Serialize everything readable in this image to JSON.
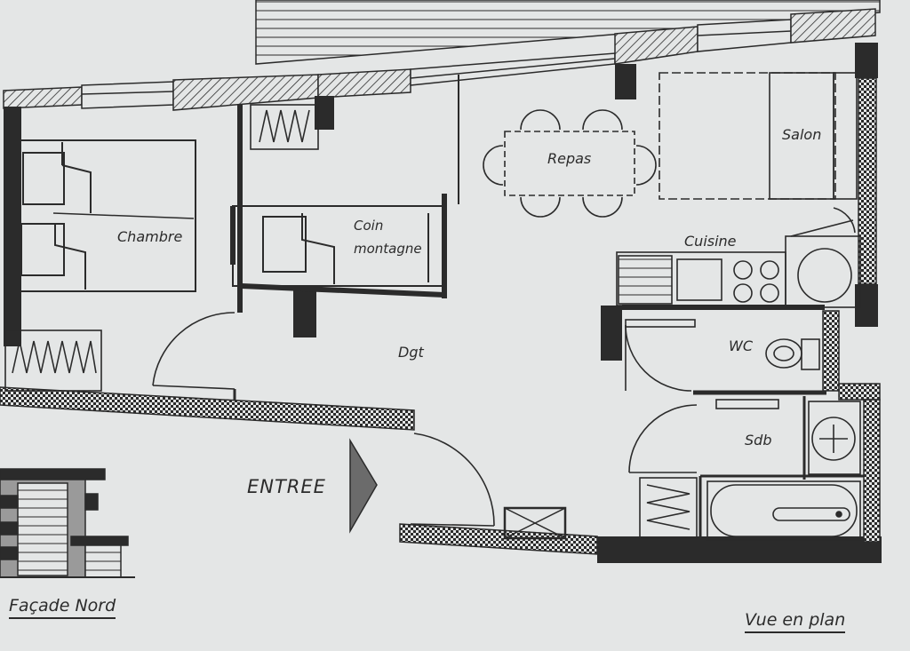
{
  "plan": {
    "rooms": {
      "chambre": "Chambre",
      "coin_montagne_1": "Coin",
      "coin_montagne_2": "montagne",
      "repas": "Repas",
      "salon": "Salon",
      "cuisine": "Cuisine",
      "dgt": "Dgt",
      "wc": "WC",
      "sdb": "Sdb"
    },
    "entrance": "ENTREE",
    "facade_caption": "Façade Nord",
    "view_caption": "Vue en plan"
  },
  "colors": {
    "paper": "#e4e6e6",
    "ink": "#2b2b2b"
  }
}
